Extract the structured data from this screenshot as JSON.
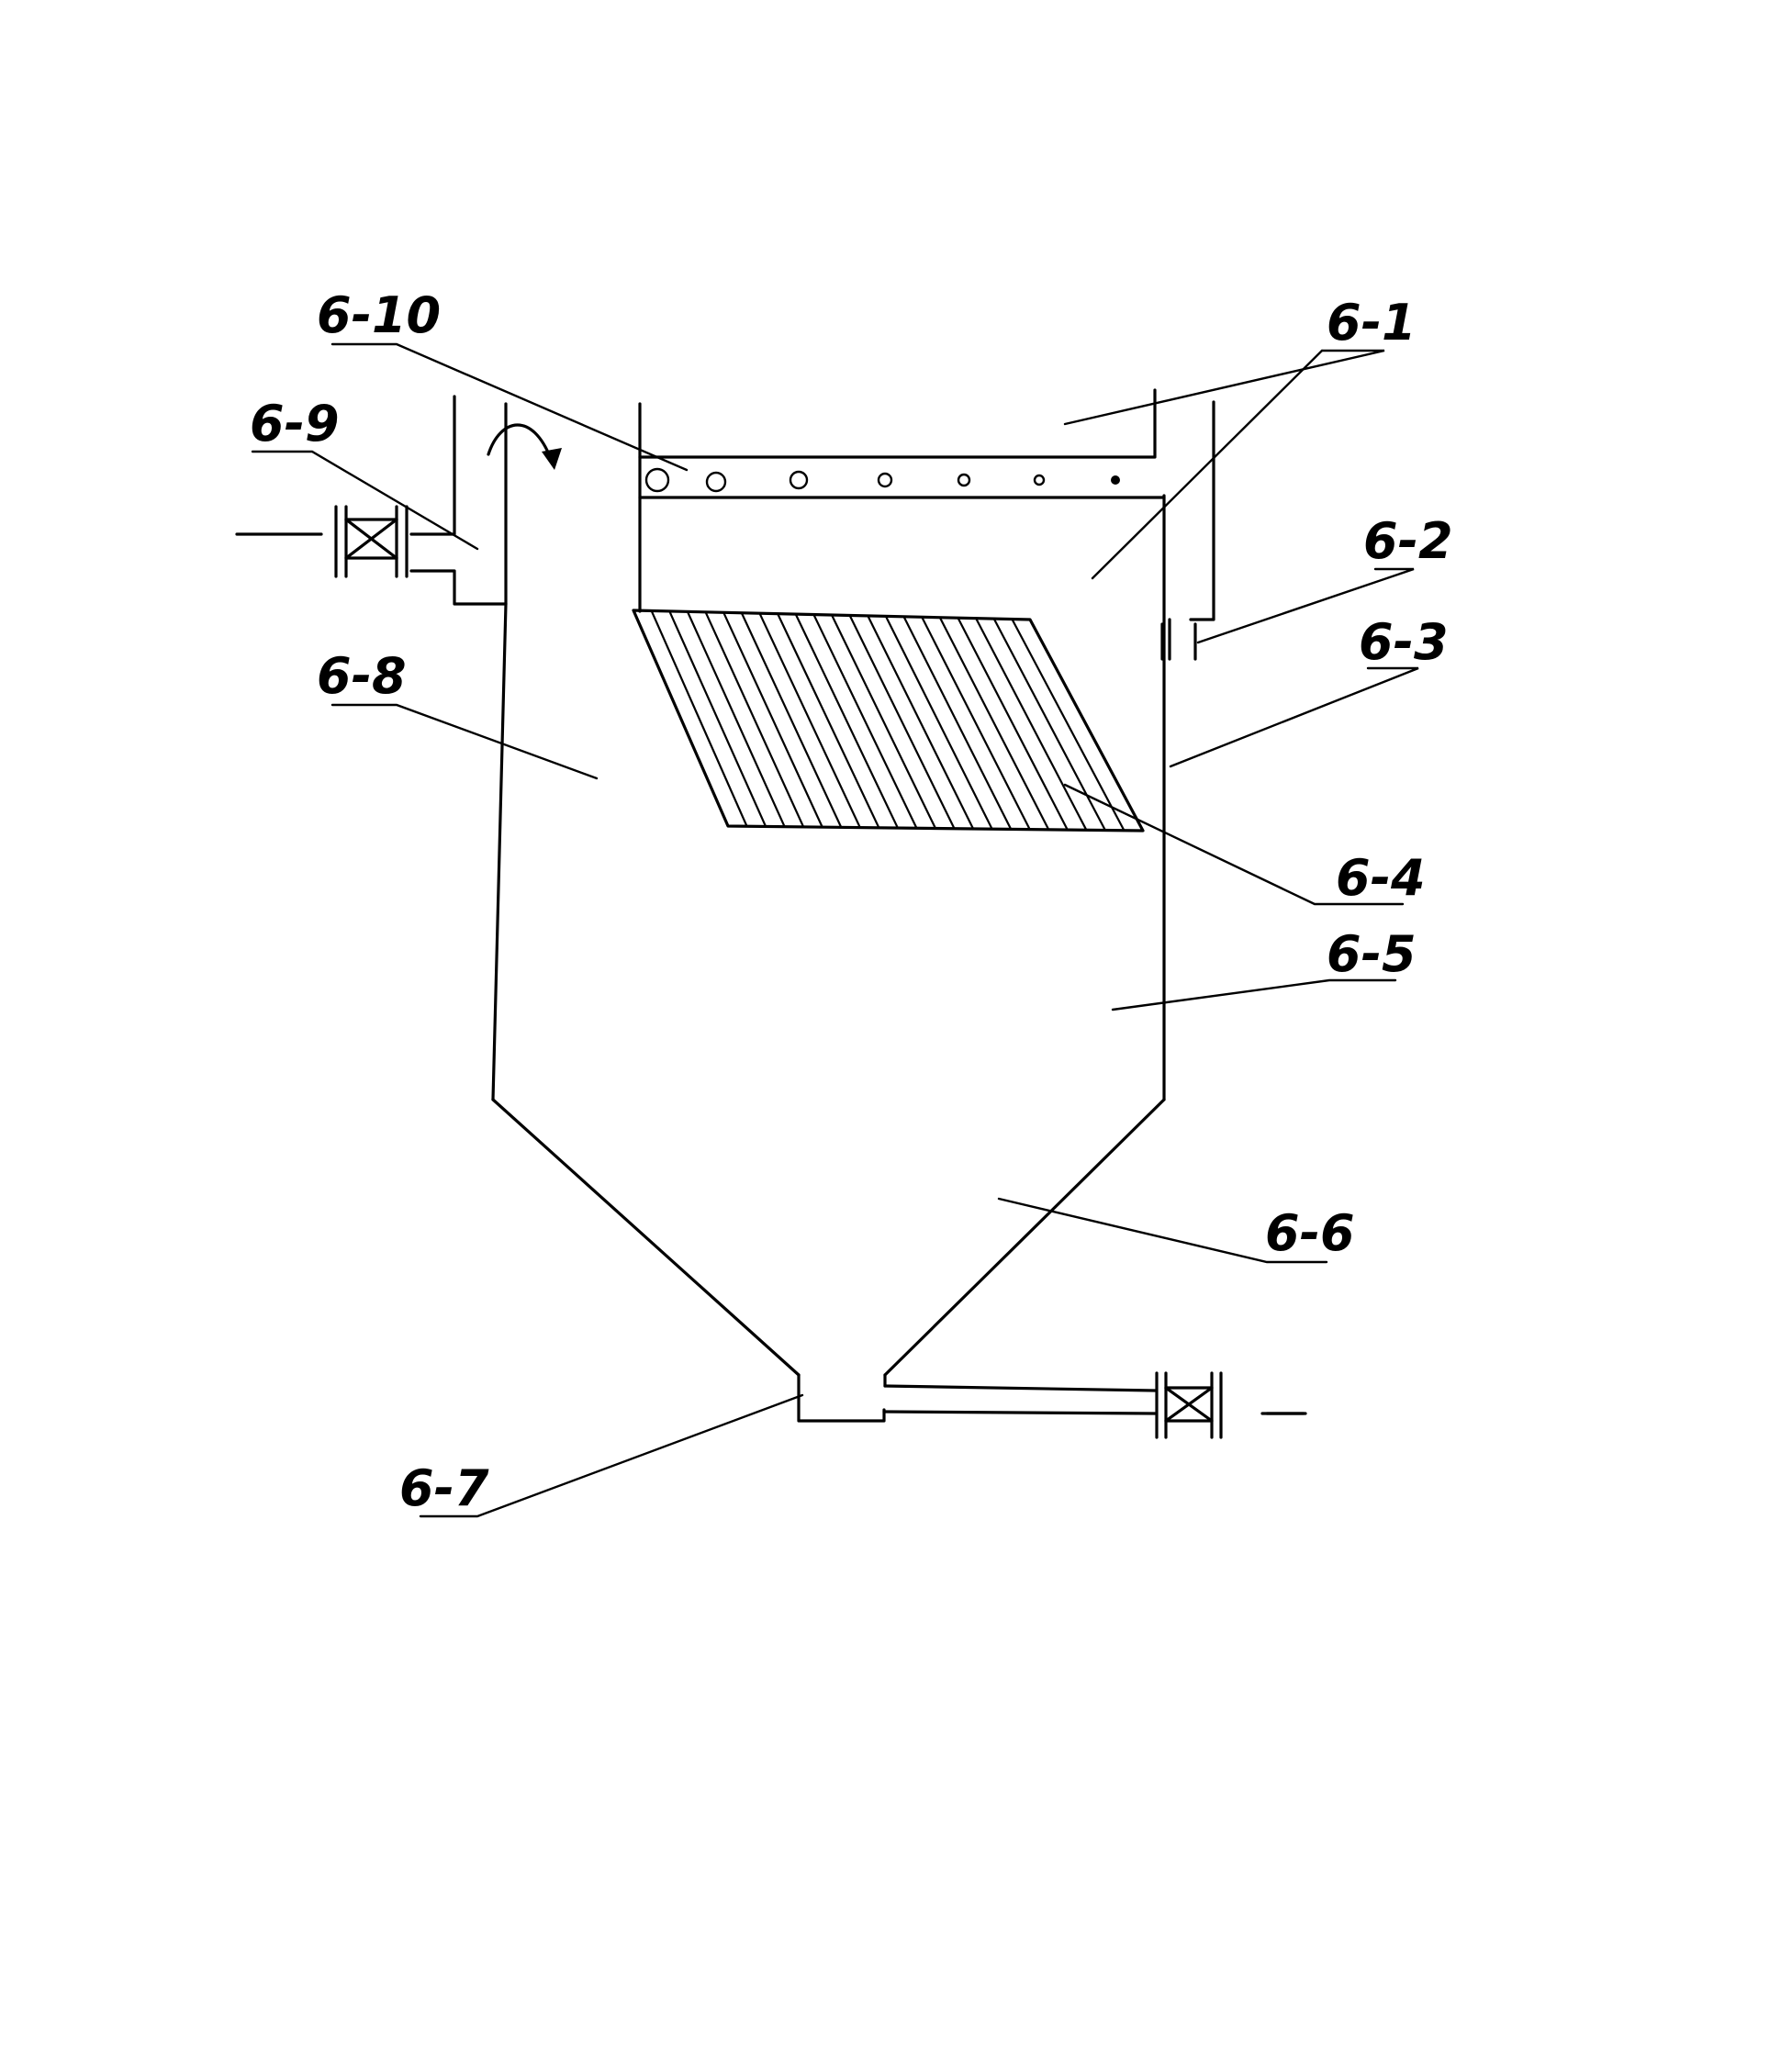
{
  "labels": {
    "l_6_1": "6-1",
    "l_6_2": "6-2",
    "l_6_3": "6-3",
    "l_6_4": "6-4",
    "l_6_5": "6-5",
    "l_6_6": "6-6",
    "l_6_7": "6-7",
    "l_6_8": "6-8",
    "l_6_9": "6-9",
    "l_6_10": "6-10"
  },
  "icons": {
    "valve": "gate-valve-icon",
    "flow": "curved-arrow-icon"
  },
  "colors": {
    "ink": "#000000",
    "paper": "#ffffff"
  }
}
